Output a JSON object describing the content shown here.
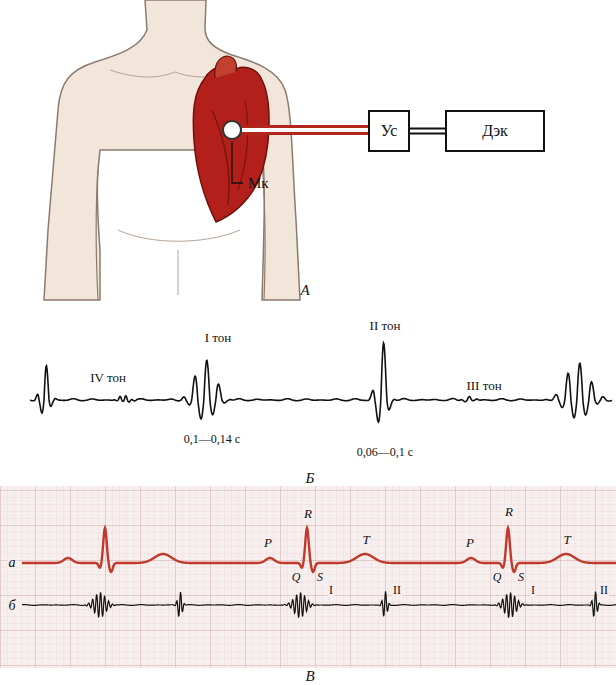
{
  "diagram": {
    "nodes": [
      {
        "text": [
          "Мк"
        ]
      },
      {
        "text": [
          "Ус"
        ]
      },
      {
        "text": [
          "Дэк"
        ]
      }
    ],
    "edges": [
      {
        "from": 0,
        "to": 1,
        "arrow": "none"
      },
      {
        "from": 1,
        "to": 2,
        "arrow": "none"
      }
    ],
    "labels": [
      "А",
      "I тон",
      "II тон",
      "IV тон",
      "III тон",
      "0,1—0,14 с",
      "0,06—0,1 с",
      "Б",
      "а",
      "P",
      "R",
      "Q",
      "S",
      "T",
      "P",
      "R",
      "Q",
      "S",
      "T",
      "б",
      "I",
      "II",
      "I",
      "II",
      "В"
    ]
  }
}
